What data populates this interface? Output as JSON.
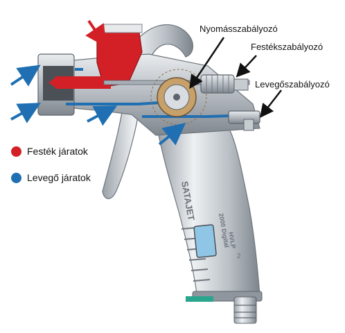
{
  "labels": {
    "pressure_regulator": "Nyomásszabályozó",
    "paint_regulator": "Festékszabályozó",
    "air_regulator": "Levegőszabályozó"
  },
  "legend": [
    {
      "label": "Festék járatok",
      "color": "#d32027"
    },
    {
      "label": "Levegő járatok",
      "color": "#1f6fb2"
    }
  ],
  "gun_body_text": {
    "brand": "SATAJET",
    "model": "2000 Digital",
    "type": "HVLP",
    "number": "2"
  },
  "colors": {
    "paint": "#d32027",
    "air": "#1f6fb2",
    "metal": "#c9ced3",
    "metal_dark": "#7d848b",
    "display": "#8fc6e6",
    "accent_green": "#2aa68e"
  }
}
